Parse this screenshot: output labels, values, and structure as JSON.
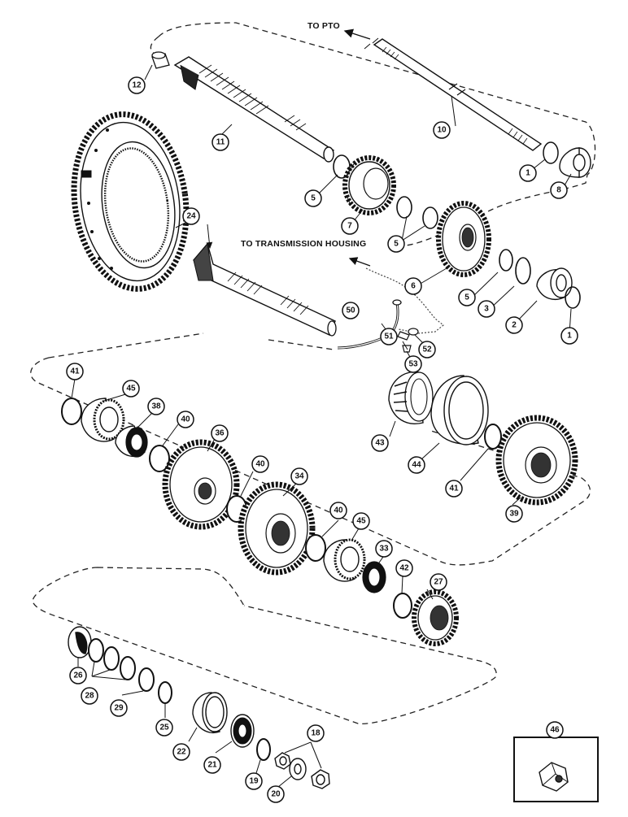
{
  "diagram": {
    "notes": {
      "to_pto": "TO PTO",
      "to_transmission_housing": "TO TRANSMISSION HOUSING"
    },
    "callouts": {
      "c1a": "1",
      "c1b": "1",
      "c2": "2",
      "c3": "3",
      "c5a": "5",
      "c5b": "5",
      "c5c": "5",
      "c6": "6",
      "c7": "7",
      "c8": "8",
      "c10": "10",
      "c11": "11",
      "c12": "12",
      "c18": "18",
      "c19": "19",
      "c20": "20",
      "c21": "21",
      "c22": "22",
      "c24": "24",
      "c25": "25",
      "c26": "26",
      "c27": "27",
      "c28": "28",
      "c29": "29",
      "c33": "33",
      "c34": "34",
      "c36": "36",
      "c38": "38",
      "c39": "39",
      "c40a": "40",
      "c40b": "40",
      "c40c": "40",
      "c41a": "41",
      "c41b": "41",
      "c42": "42",
      "c43": "43",
      "c44": "44",
      "c45a": "45",
      "c45b": "45",
      "c46": "46",
      "c50": "50",
      "c51": "51",
      "c52": "52",
      "c53": "53"
    }
  }
}
